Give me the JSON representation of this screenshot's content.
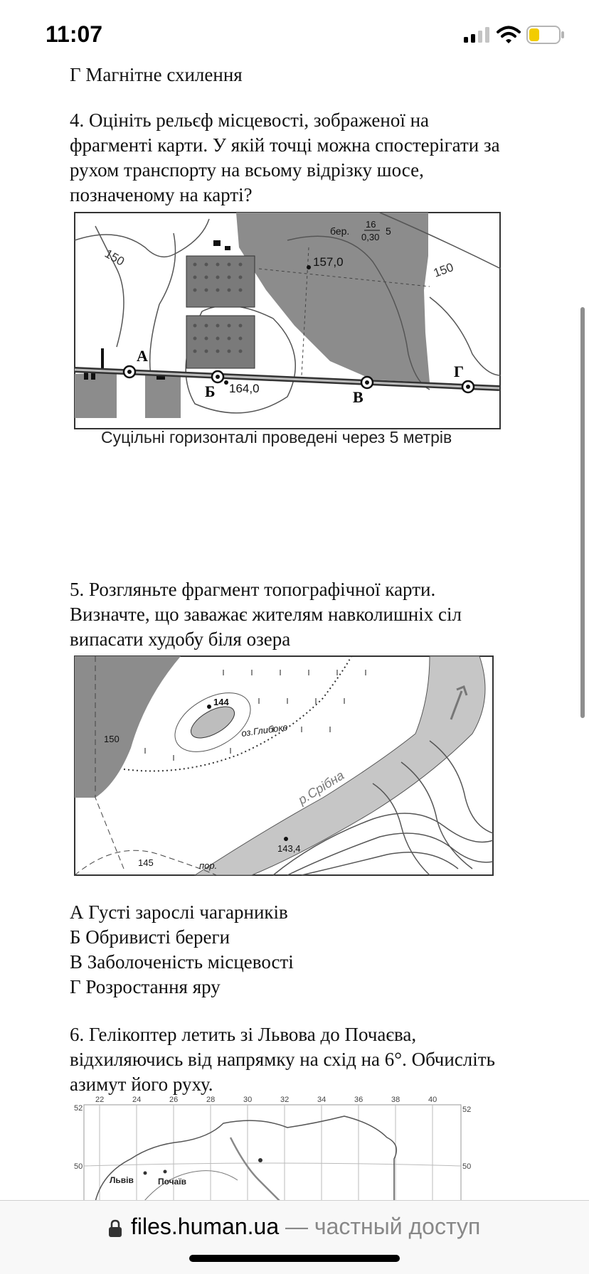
{
  "status_bar": {
    "time": "11:07"
  },
  "page": {
    "option_g_prev": "Г Магнітне схилення",
    "q4": {
      "lines": [
        "4. Оцініть рельєф місцевості, зображеної на",
        "фрагменті карти. У якій точці можна спостерігати за",
        "рухом транспорту на всьому відрізку шосе,",
        "позначеному на карті?"
      ],
      "map": {
        "contour_labels": [
          "150",
          "150"
        ],
        "points": [
          "А",
          "Б",
          "В",
          "Г"
        ],
        "heights": [
          "157,0",
          "164,0"
        ],
        "forest_label": "бер.",
        "forest_fraction_top": "16",
        "forest_fraction_bottom": "0,30",
        "forest_number": "5",
        "caption": "Суцільні горизонталі проведені через 5 метрів"
      }
    },
    "q5": {
      "lines": [
        "5. Розгляньте фрагмент топографічної карти.",
        "Визначте, що заважає жителям навколишніх сіл",
        "випасати худобу біля озера"
      ],
      "map": {
        "heights": [
          "144",
          "143,4"
        ],
        "contour_labels": [
          "150",
          "145"
        ],
        "lake": "оз.Глибоке",
        "river": "р.Срібна",
        "ford": "пор."
      },
      "answers": [
        "А  Густі зарослі чагарників",
        "Б  Обривисті береги",
        "В  Заболоченість місцевості",
        "Г  Розростання яру"
      ]
    },
    "q6": {
      "lines": [
        "6. Гелікоптер летить зі Львова до Почаєва,",
        "відхиляючись від напрямку на схід на 6°. Обчисліть",
        "азимут його руху."
      ],
      "map": {
        "lon_labels": [
          "22",
          "24",
          "26",
          "28",
          "30",
          "32",
          "34",
          "36",
          "38",
          "40"
        ],
        "lat_labels": [
          "52",
          "52",
          "50",
          "50"
        ],
        "cities": [
          "Львів",
          "Почаїв"
        ]
      }
    }
  },
  "url_bar": {
    "domain": "files.human.ua",
    "suffix": " — частный доступ"
  }
}
